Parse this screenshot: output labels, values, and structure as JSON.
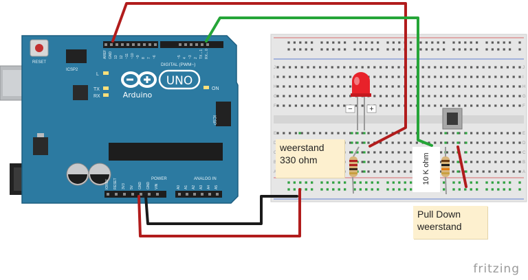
{
  "arduino": {
    "brand": "Arduino",
    "model": "UNO",
    "reset_label": "RESET",
    "icsp2_label": "ICSP2",
    "icsp_label": "ICSP",
    "digital_label": "DIGITAL (PWM~)",
    "power_label": "POWER",
    "analog_label": "ANALOG IN",
    "led_l_label": "L",
    "tx_label": "TX",
    "rx_label": "RX",
    "on_label": "ON",
    "digital_pins": [
      "AREF",
      "GND",
      "13",
      "12",
      "~11",
      "~10",
      "~9",
      "8",
      "7",
      "~6",
      "~5",
      "4",
      "~3",
      "2",
      "TX→1",
      "RX←0"
    ],
    "power_pins": [
      "IOREF",
      "RESET",
      "3V3",
      "5V",
      "GND",
      "GND",
      "VIN"
    ],
    "analog_pins": [
      "A0",
      "A1",
      "A2",
      "A3",
      "A4",
      "A5"
    ]
  },
  "breadboard": {
    "row_letters_top": [
      "J",
      "I",
      "H",
      "G",
      "F"
    ],
    "row_letters_bottom": [
      "E",
      "D",
      "C",
      "B",
      "A"
    ]
  },
  "led": {
    "minus_label": "−",
    "plus_label": "+",
    "color": "#e8222a"
  },
  "wires": {
    "red": "#b11c1c",
    "green": "#25a538",
    "black": "#1a1a1a"
  },
  "notes": {
    "weerstand": [
      "weerstand",
      "330 ohm"
    ],
    "tenk": "10 K ohm",
    "pulldown": [
      "Pull Down",
      "weerstand"
    ]
  },
  "watermark": "fritzing"
}
